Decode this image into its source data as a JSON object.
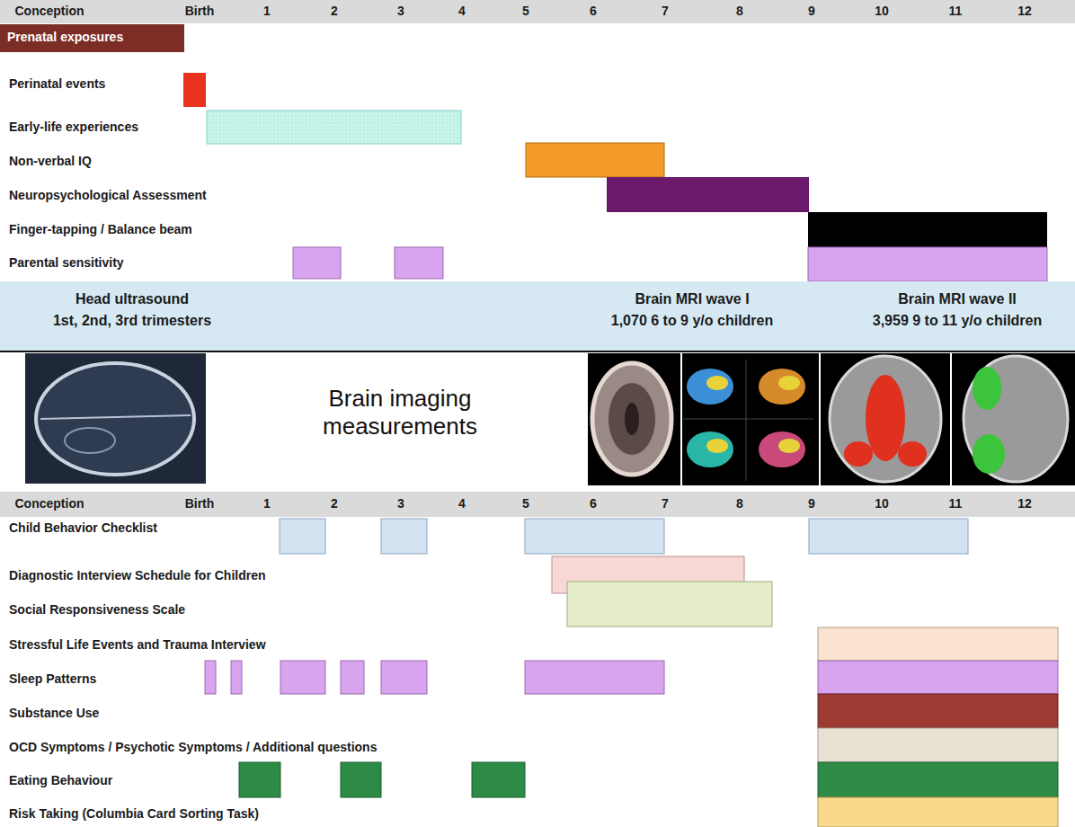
{
  "diagram": {
    "nodes": [
      {
        "text": [
          "Conception",
          "Birth",
          "1",
          "2",
          "3",
          "4",
          "5",
          "6",
          "7",
          "8",
          "9",
          "10",
          "11",
          "12"
        ]
      },
      {
        "text": [
          "Prenatal exposures"
        ]
      },
      {
        "text": [
          "Head ultrasound",
          "1st, 2nd, 3rd trimesters",
          "Brain MRI wave I",
          "1,070 6 to 9 y/o children",
          "Brain MRI wave II",
          "3,959 9 to 11 y/o children"
        ]
      },
      {
        "text": [
          "Conception",
          "Birth",
          "1",
          "2",
          "3",
          "4",
          "5",
          "6",
          "7",
          "8",
          "9",
          "10",
          "11",
          "12"
        ]
      }
    ],
    "labels": [
      "Perinatal events",
      "Early-life experiences",
      "Non-verbal IQ",
      "Neuropsychological Assessment",
      "Finger-tapping / Balance beam",
      "Parental sensitivity",
      "Brain imaging measurements",
      "Child Behavior Checklist",
      "Diagnostic Interview Schedule for Children",
      "Social Responsiveness Scale",
      "Stressful Life Events and Trauma Interview",
      "Sleep Patterns",
      "Substance Use",
      "OCD Symptoms / Psychotic Symptoms / Additional questions",
      "Eating Behaviour",
      "Risk Taking (Columbia Card Sorting Task)"
    ]
  }
}
